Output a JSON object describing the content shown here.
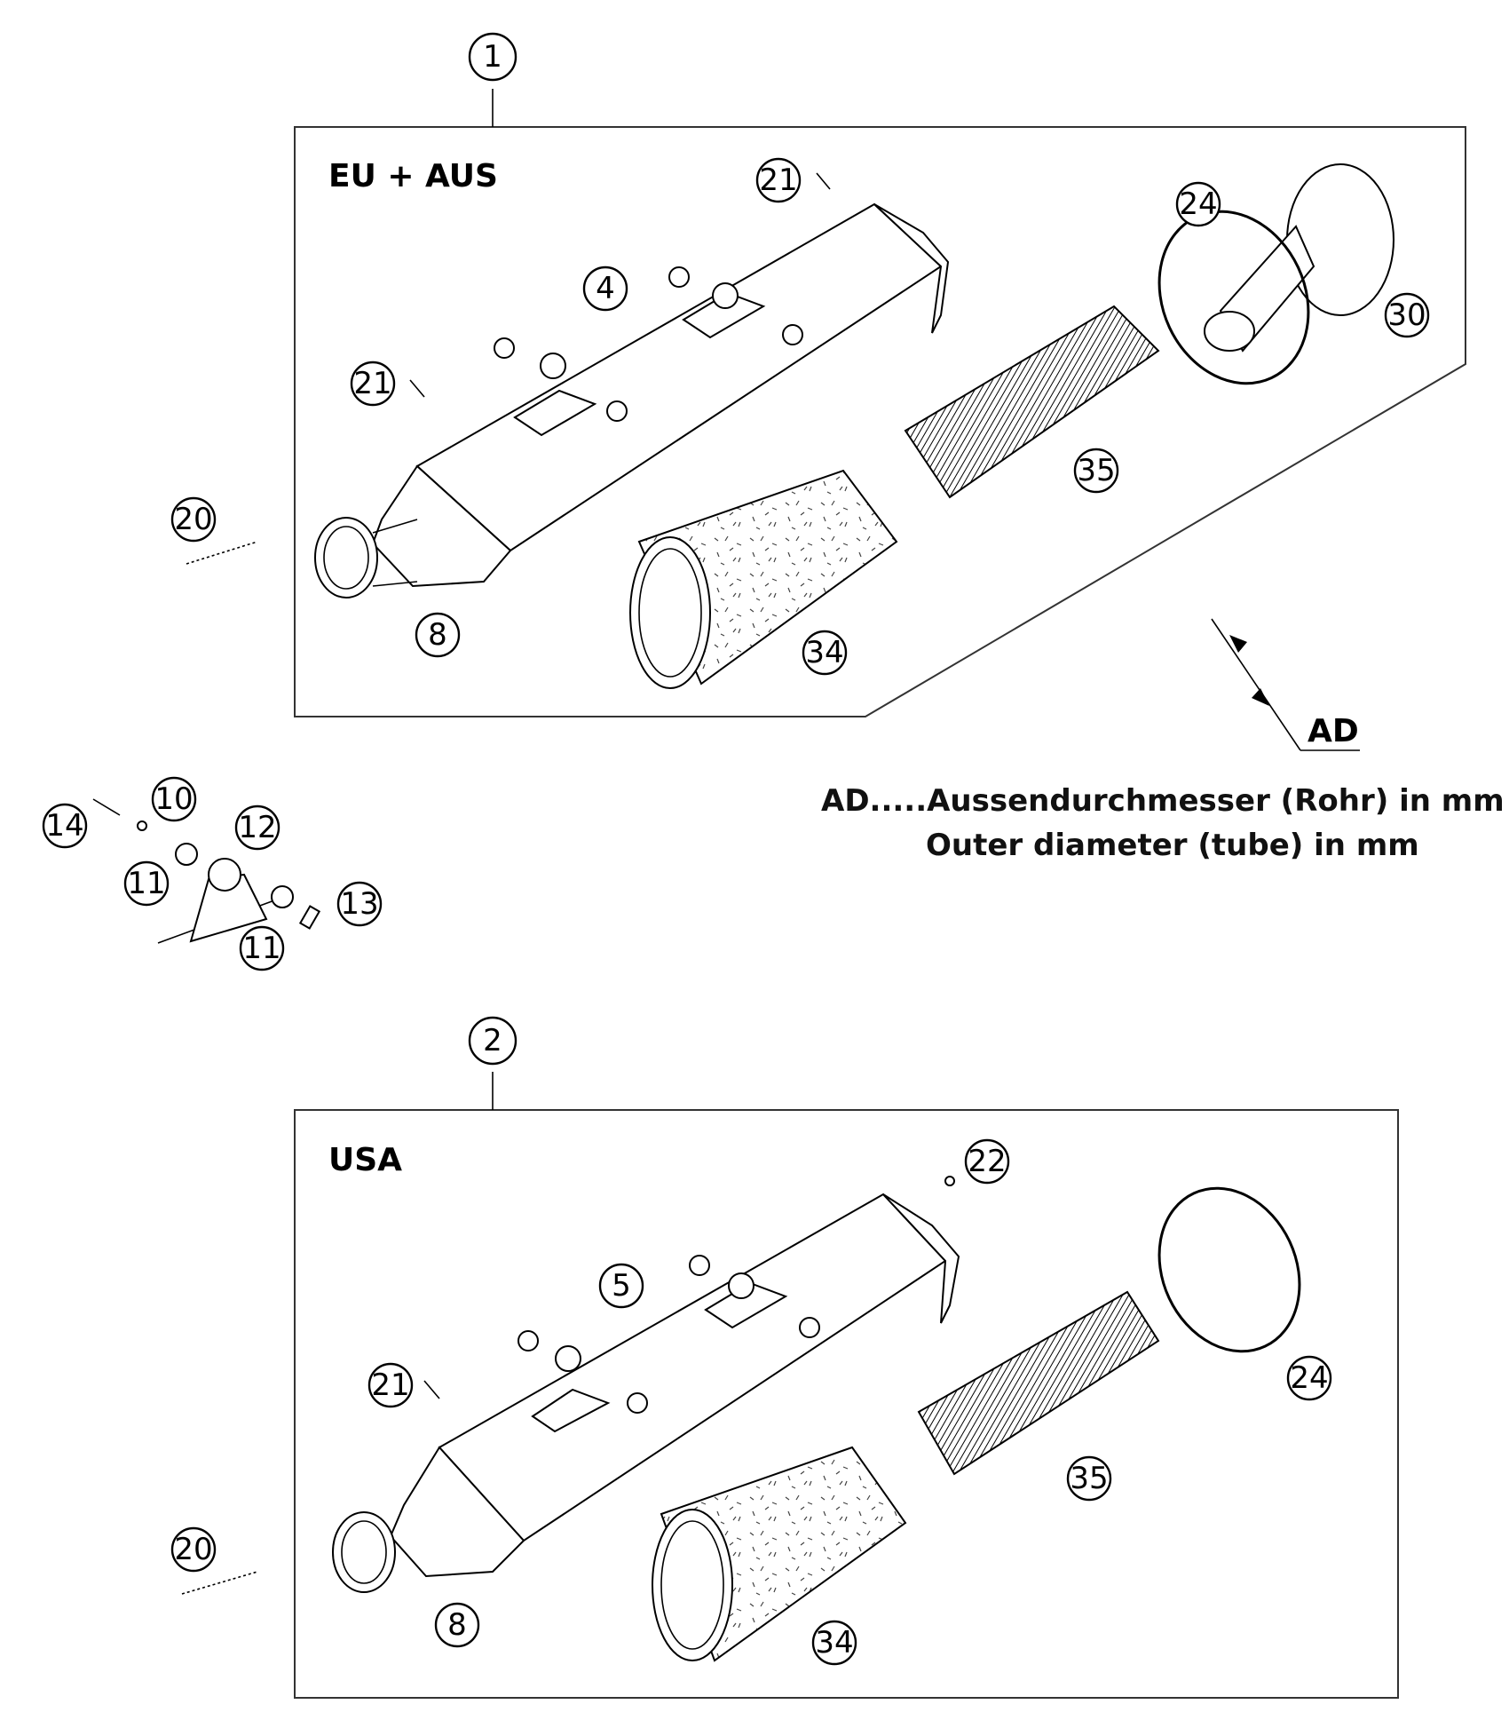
{
  "sections": [
    {
      "label": "EU + AUS",
      "assembly_number": "1"
    },
    {
      "label": "USA",
      "assembly_number": "2"
    }
  ],
  "callouts": {
    "top": [
      "21",
      "24",
      "30",
      "4",
      "21",
      "35",
      "20",
      "8",
      "34"
    ],
    "mount": [
      "14",
      "10",
      "12",
      "11",
      "13",
      "11"
    ],
    "bottom": [
      "22",
      "5",
      "21",
      "24",
      "35",
      "20",
      "8",
      "34"
    ]
  },
  "dimension": {
    "label": "AD"
  },
  "legend": {
    "line1": "AD.....Aussendurchmesser (Rohr) in mm",
    "line2": "Outer diameter (tube) in mm"
  }
}
